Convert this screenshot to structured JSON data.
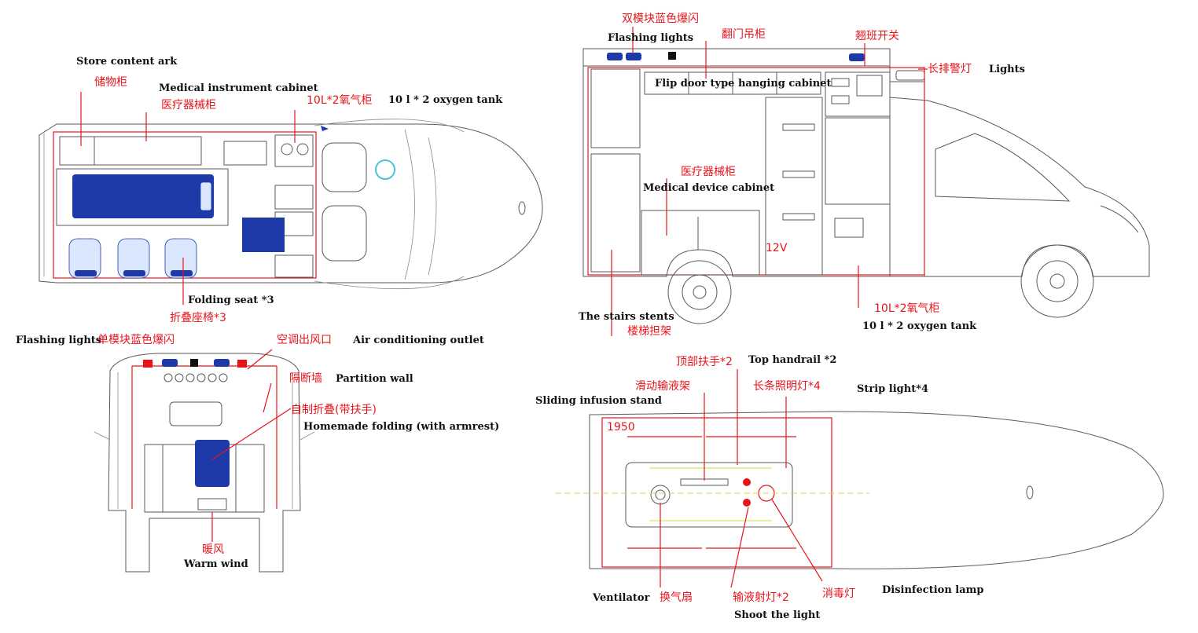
{
  "top_view": {
    "store_content_ark_en": "Store content ark",
    "store_content_ark_cn": "储物柜",
    "medical_instrument_cabinet_en": "Medical instrument cabinet",
    "medical_instrument_cabinet_cn": "医疗器械柜",
    "oxygen_cn": "10L*2氧气柜",
    "oxygen_en": "10 l * 2 oxygen tank",
    "folding_seat_en": "Folding seat *3",
    "folding_seat_cn": "折叠座椅*3"
  },
  "rear_view": {
    "flashing_lights_en": "Flashing lights",
    "flashing_lights_cn": "单模块蓝色爆闪",
    "ac_outlet_cn": "空调出风口",
    "ac_outlet_en": "Air conditioning outlet",
    "partition_wall_cn": "隔断墙",
    "partition_wall_en": "Partition wall",
    "homemade_folding_cn": "自制折叠(带扶手)",
    "homemade_folding_en": "Homemade folding (with armrest)",
    "warm_wind_cn": "暖风",
    "warm_wind_en": "Warm wind"
  },
  "side_view": {
    "flashing_lights_cn": "双模块蓝色爆闪",
    "flashing_lights_en": "Flashing lights",
    "flip_door_cn": "翻门吊柜",
    "flip_door_en": "Flip door type hanging cabinet",
    "shift_switch_cn": "翘班开关",
    "long_warning_cn": "长排警灯",
    "lights_en": "Lights",
    "medical_device_cn": "医疗器械柜",
    "medical_device_en": "Medical device cabinet",
    "v12": "12V",
    "stairs_en": "The stairs stents",
    "stairs_cn": "楼梯担架",
    "oxygen_cn": "10L*2氧气柜",
    "oxygen_en": "10 l * 2 oxygen tank"
  },
  "roof_view": {
    "top_handrail_cn": "顶部扶手*2",
    "top_handrail_en": "Top handrail *2",
    "sliding_infusion_cn": "滑动输液架",
    "sliding_infusion_en": "Sliding infusion stand",
    "strip_light_cn": "长条照明灯*4",
    "strip_light_en": "Strip light*4",
    "dim_1950": "1950",
    "ventilator_en": "Ventilator",
    "ventilator_cn": "换气扇",
    "shoot_light_cn": "输液射灯*2",
    "shoot_light_en": "Shoot the light",
    "disinfection_cn": "消毒灯",
    "disinfection_en": "Disinfection lamp"
  }
}
